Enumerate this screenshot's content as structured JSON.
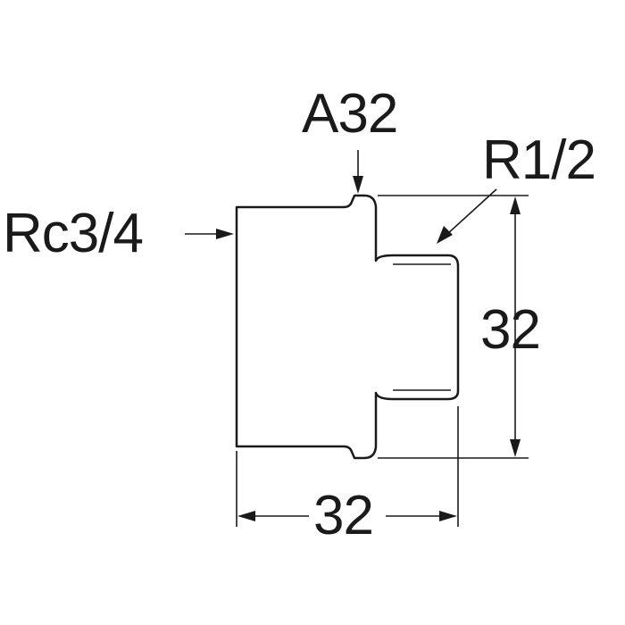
{
  "labels": {
    "inlet_thread": "Rc3/4",
    "hex_size": "A32",
    "outlet_thread": "R1/2",
    "height_dim": "32",
    "length_dim": "32"
  },
  "colors": {
    "line": "#1a1a1a",
    "background": "#ffffff"
  }
}
